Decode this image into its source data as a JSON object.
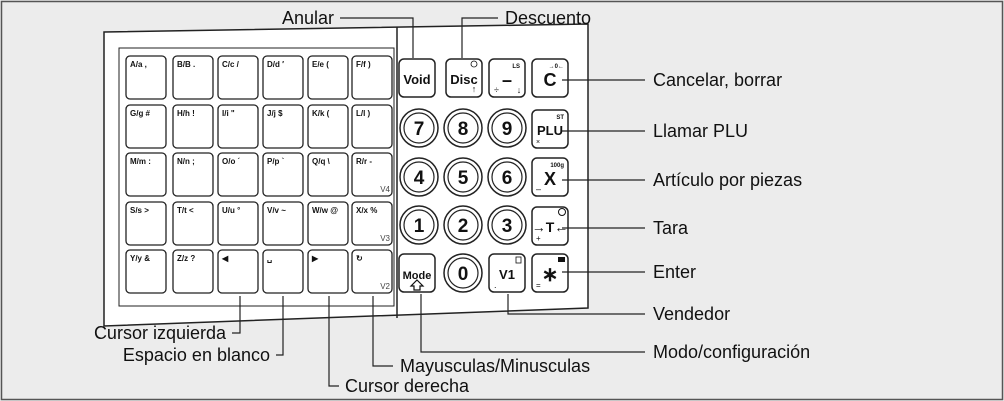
{
  "alpha_keys": [
    [
      "A/a ,",
      "B/B .",
      "C/c /",
      "D/d ′",
      "E/e (",
      "F/f )"
    ],
    [
      "G/g #",
      "H/h !",
      "I/i \"",
      "J/j $",
      "K/k (",
      "L/l )"
    ],
    [
      "M/m :",
      "N/n ;",
      "O/o ´",
      "P/p `",
      "Q/q \\",
      "R/r -"
    ],
    [
      "S/s >",
      "T/t <",
      "U/u °",
      "V/v ~",
      "W/w @",
      "X/x %"
    ],
    [
      "Y/y &",
      "Z/z ?",
      "◀",
      "␣",
      "▶",
      "↻"
    ]
  ],
  "row_tags": [
    "V4",
    "V3",
    "V2"
  ],
  "function_keys": {
    "void": "Void",
    "disc": "Disc",
    "mode": "Mode",
    "minus": "–",
    "clear": "C",
    "plu": "PLU",
    "times": "X",
    "tare": "→T←",
    "enter": "∗",
    "v1": "V1"
  },
  "digits": [
    "7",
    "8",
    "9",
    "4",
    "5",
    "6",
    "1",
    "2",
    "3",
    "0"
  ],
  "callouts": {
    "anular": "Anular",
    "descuento": "Descuento",
    "cancelar": "Cancelar, borrar",
    "llamar_plu": "Llamar PLU",
    "articulo": "Artículo por piezas",
    "tara": "Tara",
    "enter": "Enter",
    "vendedor": "Vendedor",
    "modo": "Modo/configuración",
    "mayusculas": "Mayusculas/Minusculas",
    "cursor_derecha": "Cursor derecha",
    "espacio": "Espacio en blanco",
    "cursor_izquierda": "Cursor izquierda"
  }
}
